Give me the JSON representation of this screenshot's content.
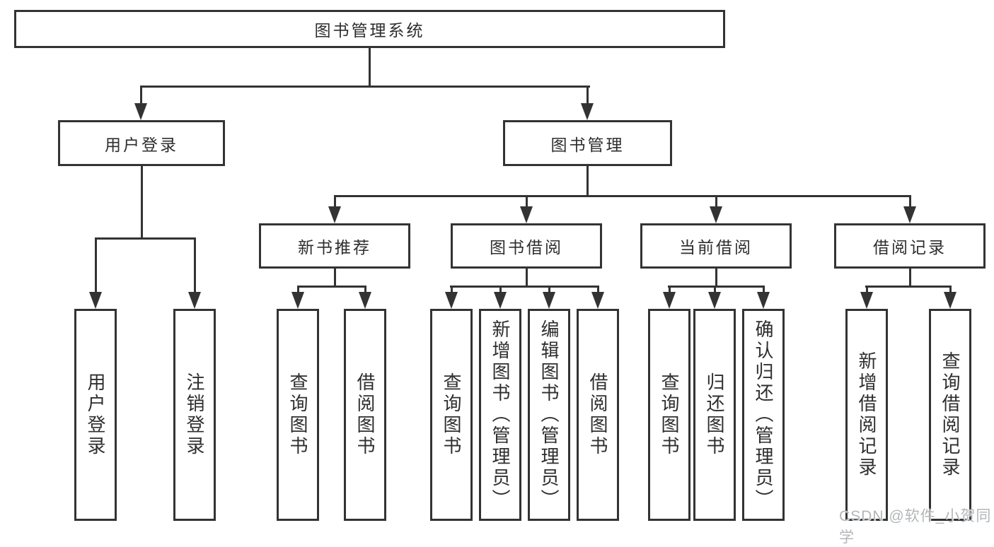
{
  "diagram": {
    "root": {
      "label": "图书管理系统"
    },
    "level2": {
      "user_login": {
        "label": "用户登录"
      },
      "book_management": {
        "label": "图书管理"
      }
    },
    "level3": {
      "new_book_recommend": {
        "label": "新书推荐"
      },
      "book_borrowing": {
        "label": "图书借阅"
      },
      "current_borrowing": {
        "label": "当前借阅"
      },
      "borrowing_records": {
        "label": "借阅记录"
      }
    },
    "leaves": {
      "user_login": {
        "label": "用户登录"
      },
      "logout": {
        "label": "注销登录"
      },
      "recommend_query_books": {
        "label": "查询图书"
      },
      "recommend_borrow_books": {
        "label": "借阅图书"
      },
      "borrow_query_books": {
        "label": "查询图书"
      },
      "borrow_add_books": {
        "label": "新增图书（管理员）"
      },
      "borrow_edit_books": {
        "label": "编辑图书（管理员）"
      },
      "borrow_borrow_books": {
        "label": "借阅图书"
      },
      "current_query_books": {
        "label": "查询图书"
      },
      "current_return_books": {
        "label": "归还图书"
      },
      "current_confirm_return": {
        "label": "确认归还（管理员）"
      },
      "records_add_record": {
        "label": "新增借阅记录"
      },
      "records_query_record": {
        "label": "查询借阅记录"
      }
    },
    "watermark": {
      "text": "CSDN @软件_小贺同学"
    },
    "colors": {
      "line": "#333333",
      "text": "#2e2e2e",
      "background": "#ffffff",
      "watermark": "#b3b6b9"
    }
  }
}
